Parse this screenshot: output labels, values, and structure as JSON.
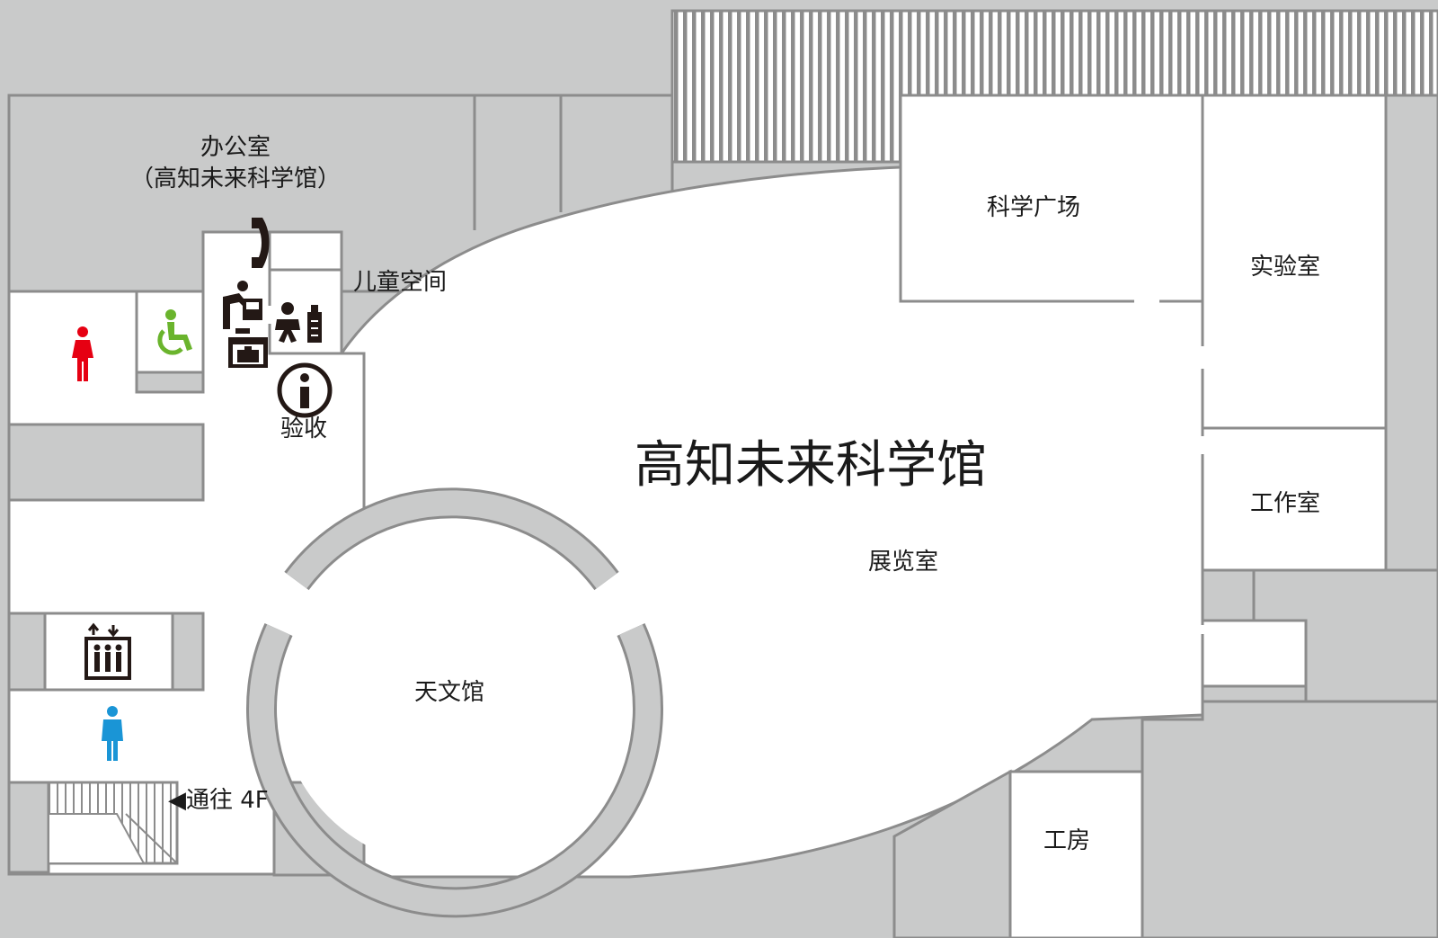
{
  "title": "高知未来科学馆",
  "rooms": {
    "office": "办公室",
    "office_sub": "（高知未来科学馆）",
    "kids_space": "儿童空间",
    "reception": "验收",
    "science_plaza": "科学广场",
    "lab": "实验室",
    "studio": "工作室",
    "exhibition": "展览室",
    "planetarium": "天文馆",
    "workshop": "工房",
    "stairs_to": "◀通往 4F"
  },
  "icons": [
    "telephone-icon",
    "nursing-room-icon",
    "baby-care-icon",
    "locker-icon",
    "information-icon",
    "wheelchair-restroom-icon",
    "women-restroom-icon",
    "men-restroom-icon",
    "elevator-icon",
    "stairs-icon"
  ],
  "colors": {
    "background": "#c9caca",
    "floor": "#ffffff",
    "wall": "#8c8c8c",
    "hatch": "#8c8c8c",
    "women_icon": "#e60012",
    "men_icon": "#1a95d6",
    "accessible_icon": "#6ab42d",
    "icon_dark": "#231815"
  }
}
